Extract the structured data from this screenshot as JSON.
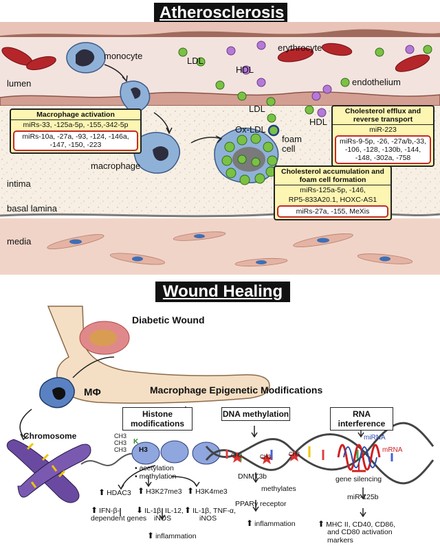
{
  "atherosclerosis": {
    "title": "Atherosclerosis",
    "labels": {
      "monocyte": "monocyte",
      "ldl_top": "LDL",
      "hdl_top": "HDL",
      "erythrocyte": "erythrocyte",
      "lumen": "lumen",
      "endothelium": "endothelium",
      "ldl_mid": "LDL",
      "ox_ldl": "Ox-LDL",
      "hdl_mid": "HDL",
      "foam_cell": "foam cell",
      "macrophage": "macrophage",
      "intima": "intima",
      "basal_lamina": "basal lamina",
      "media": "media"
    },
    "macrophage_activation": {
      "header": "Macrophage activation",
      "row1": "miRs-33, -125a-5p, -155,-342-5p",
      "red": "miRs-10a, -27a, -93, -124, -146a, -147, -150, -223"
    },
    "cholesterol_efflux": {
      "header": "Cholesterol efflux and reverse transport",
      "row1": "miR-223",
      "red": "miRs-9-5p, -26, -27a/b,-33, -106, -128, -130b, -144, -148, -302a, -758"
    },
    "cholesterol_accumulation": {
      "header": "Cholesterol accumulation and foam cell formation",
      "row1": "miRs-125a-5p, -146,",
      "row2": "RP5-833A20.1, HOXC-AS1",
      "red": "miRs-27a, -155, MeXis"
    }
  },
  "wound": {
    "title": "Wound Healing",
    "diabetic_wound": "Diabetic Wound",
    "mphi": "MΦ",
    "epigenetic_title": "Macrophage Epigenetic Modifications",
    "chromosome": "Chromosome",
    "histone_box": "Histone modifications",
    "dna_box": "DNA methylation",
    "rna_box": "RNA interference",
    "ch3": "CH3",
    "k": "K",
    "h3": "H3",
    "mirna": "miRNA",
    "mrna": "mRNA",
    "acetylation": "• acetylation",
    "methylation": "• methylation",
    "hdac3": "HDAC3",
    "h3k27me3": "H3K27me3",
    "h3k4me3": "H3K4me3",
    "ifn": "IFN-β-",
    "ifn2": "dependent genes",
    "il1_12": "IL-1β, IL-12,",
    "inos1": "iNOS",
    "il1_tnf": "IL-1β, TNF-α,",
    "inos2": "iNOS",
    "inflammation1": "inflammation",
    "dnmt3b": "DNMT3b",
    "methylates": "methylates",
    "ppar": "PPARγ receptor",
    "inflammation2": "inflammation",
    "gene_silencing": "gene silencing",
    "mir125b": "miR-125b",
    "mhc1": "MHC II, CD40, CD86,",
    "mhc2": "and CD80 activation",
    "mhc3": "markers"
  }
}
